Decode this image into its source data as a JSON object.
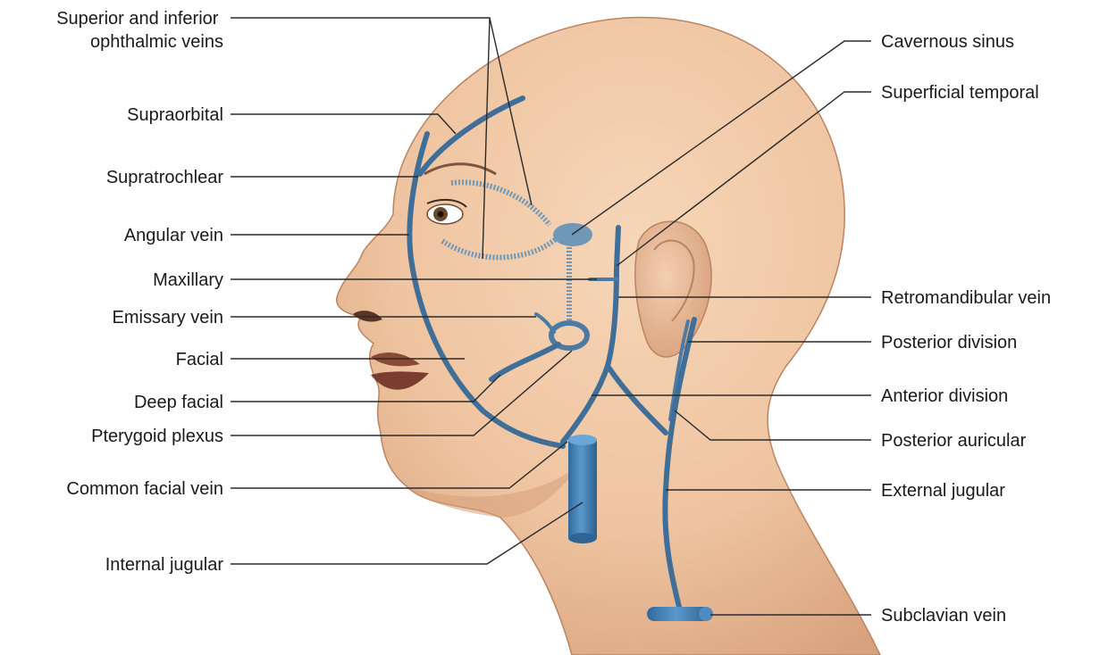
{
  "labels_left": [
    {
      "id": "ophthalmic",
      "lines": [
        "Superior and inferior",
        "ophthalmic veins"
      ]
    },
    {
      "id": "supraorbital",
      "lines": [
        "Supraorbital"
      ]
    },
    {
      "id": "supratrochlear",
      "lines": [
        "Supratrochlear"
      ]
    },
    {
      "id": "angular",
      "lines": [
        "Angular vein"
      ]
    },
    {
      "id": "maxillary",
      "lines": [
        "Maxillary"
      ]
    },
    {
      "id": "emissary",
      "lines": [
        "Emissary vein"
      ]
    },
    {
      "id": "facial",
      "lines": [
        "Facial"
      ]
    },
    {
      "id": "deep-facial",
      "lines": [
        "Deep facial"
      ]
    },
    {
      "id": "pterygoid",
      "lines": [
        "Pterygoid plexus"
      ]
    },
    {
      "id": "common-facial",
      "lines": [
        "Common facial vein"
      ]
    },
    {
      "id": "internal-jugular",
      "lines": [
        "Internal jugular"
      ]
    }
  ],
  "labels_right": [
    {
      "id": "cavernous",
      "lines": [
        "Cavernous sinus"
      ]
    },
    {
      "id": "superficial-temporal",
      "lines": [
        "Superficial temporal"
      ]
    },
    {
      "id": "retromandibular",
      "lines": [
        "Retromandibular vein"
      ]
    },
    {
      "id": "posterior-division",
      "lines": [
        "Posterior division"
      ]
    },
    {
      "id": "anterior-division",
      "lines": [
        "Anterior division"
      ]
    },
    {
      "id": "posterior-auricular",
      "lines": [
        "Posterior auricular"
      ]
    },
    {
      "id": "external-jugular",
      "lines": [
        "External jugular"
      ]
    },
    {
      "id": "subclavian",
      "lines": [
        "Subclavian vein"
      ]
    }
  ],
  "colors": {
    "skin": "#f2c9a6",
    "skin_shadow": "#dba784",
    "vein": "#3f6f98",
    "vein_light": "#6f97b8",
    "lip": "#8a4a38"
  }
}
